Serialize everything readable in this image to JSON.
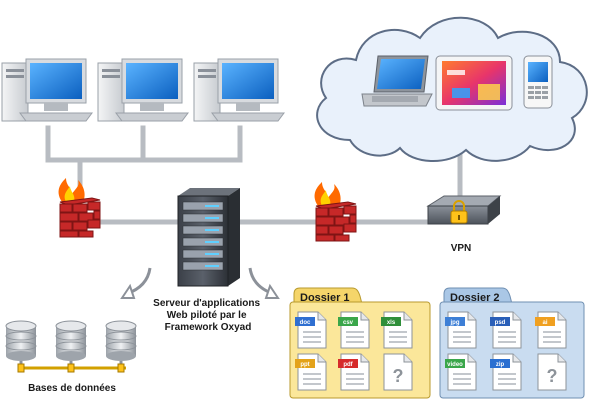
{
  "server": {
    "label_lines": [
      "Serveur d'applications",
      "Web piloté par le",
      "Framework Oxyad"
    ]
  },
  "databases": {
    "label": "Bases de données",
    "count": 3
  },
  "vpn": {
    "label": "VPN"
  },
  "cloud": {
    "devices": [
      "laptop-icon",
      "tablet-icon",
      "smartphone-icon"
    ]
  },
  "workstations": [
    "desktop-computer-icon",
    "desktop-computer-icon",
    "desktop-computer-icon"
  ],
  "folders": [
    {
      "title": "Dossier 1",
      "color": "#fbe79a",
      "files": [
        {
          "ext": "doc",
          "color": "#2f6fd1"
        },
        {
          "ext": "csv",
          "color": "#3aa64a"
        },
        {
          "ext": "xls",
          "color": "#2f8f3a"
        },
        {
          "ext": "ppt",
          "color": "#e3a21a"
        },
        {
          "ext": "pdf",
          "color": "#d62b2b"
        },
        {
          "ext": "?",
          "color": "#9aa0a6"
        }
      ]
    },
    {
      "title": "Dossier 2",
      "color": "#c9dcf0",
      "files": [
        {
          "ext": "jpg",
          "color": "#3d7fd6"
        },
        {
          "ext": "psd",
          "color": "#2a5fb8"
        },
        {
          "ext": "ai",
          "color": "#f0a020"
        },
        {
          "ext": "video",
          "color": "#3aa64a"
        },
        {
          "ext": "zip",
          "color": "#2a6fd1"
        },
        {
          "ext": "?",
          "color": "#9aa0a6"
        }
      ]
    }
  ],
  "colors": {
    "network_line": "#b8bcc2",
    "firewall_brick": "#c62828",
    "flame": "#ff6a00",
    "cloud_fill": "#e9f1fb",
    "cloud_stroke": "#5d6d86"
  }
}
